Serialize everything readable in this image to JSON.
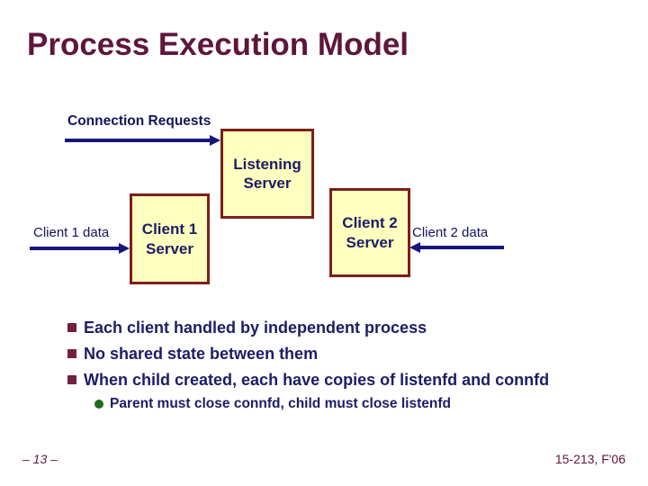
{
  "slide": {
    "title": "Process Execution Model",
    "footer": {
      "page_number": "– 13 –",
      "course": "15-213, F'06"
    }
  },
  "diagram": {
    "connection_requests_label": "Connection Requests",
    "client1_data_label": "Client 1 data",
    "client2_data_label": "Client 2 data",
    "boxes": {
      "listening_server": {
        "line1": "Listening",
        "line2": "Server"
      },
      "client1_server": {
        "line1": "Client 1",
        "line2": "Server"
      },
      "client2_server": {
        "line1": "Client 2",
        "line2": "Server"
      }
    }
  },
  "bullets": {
    "items": [
      "Each client handled by independent process",
      "No shared state between them",
      "When child created, each have copies of listenfd and connfd"
    ],
    "sub_item": "Parent must close connfd, child must close listenfd"
  },
  "colors": {
    "title_maroon": "#5e163c",
    "body_navy": "#1c1c66",
    "label_navy": "#14145e",
    "arrow_navy": "#16167e",
    "box_fill": "#ffffc0",
    "box_border": "#7c1f1a",
    "bullet_square_maroon": "#731f3f",
    "sub_bullet_green": "#1f6b1f"
  }
}
